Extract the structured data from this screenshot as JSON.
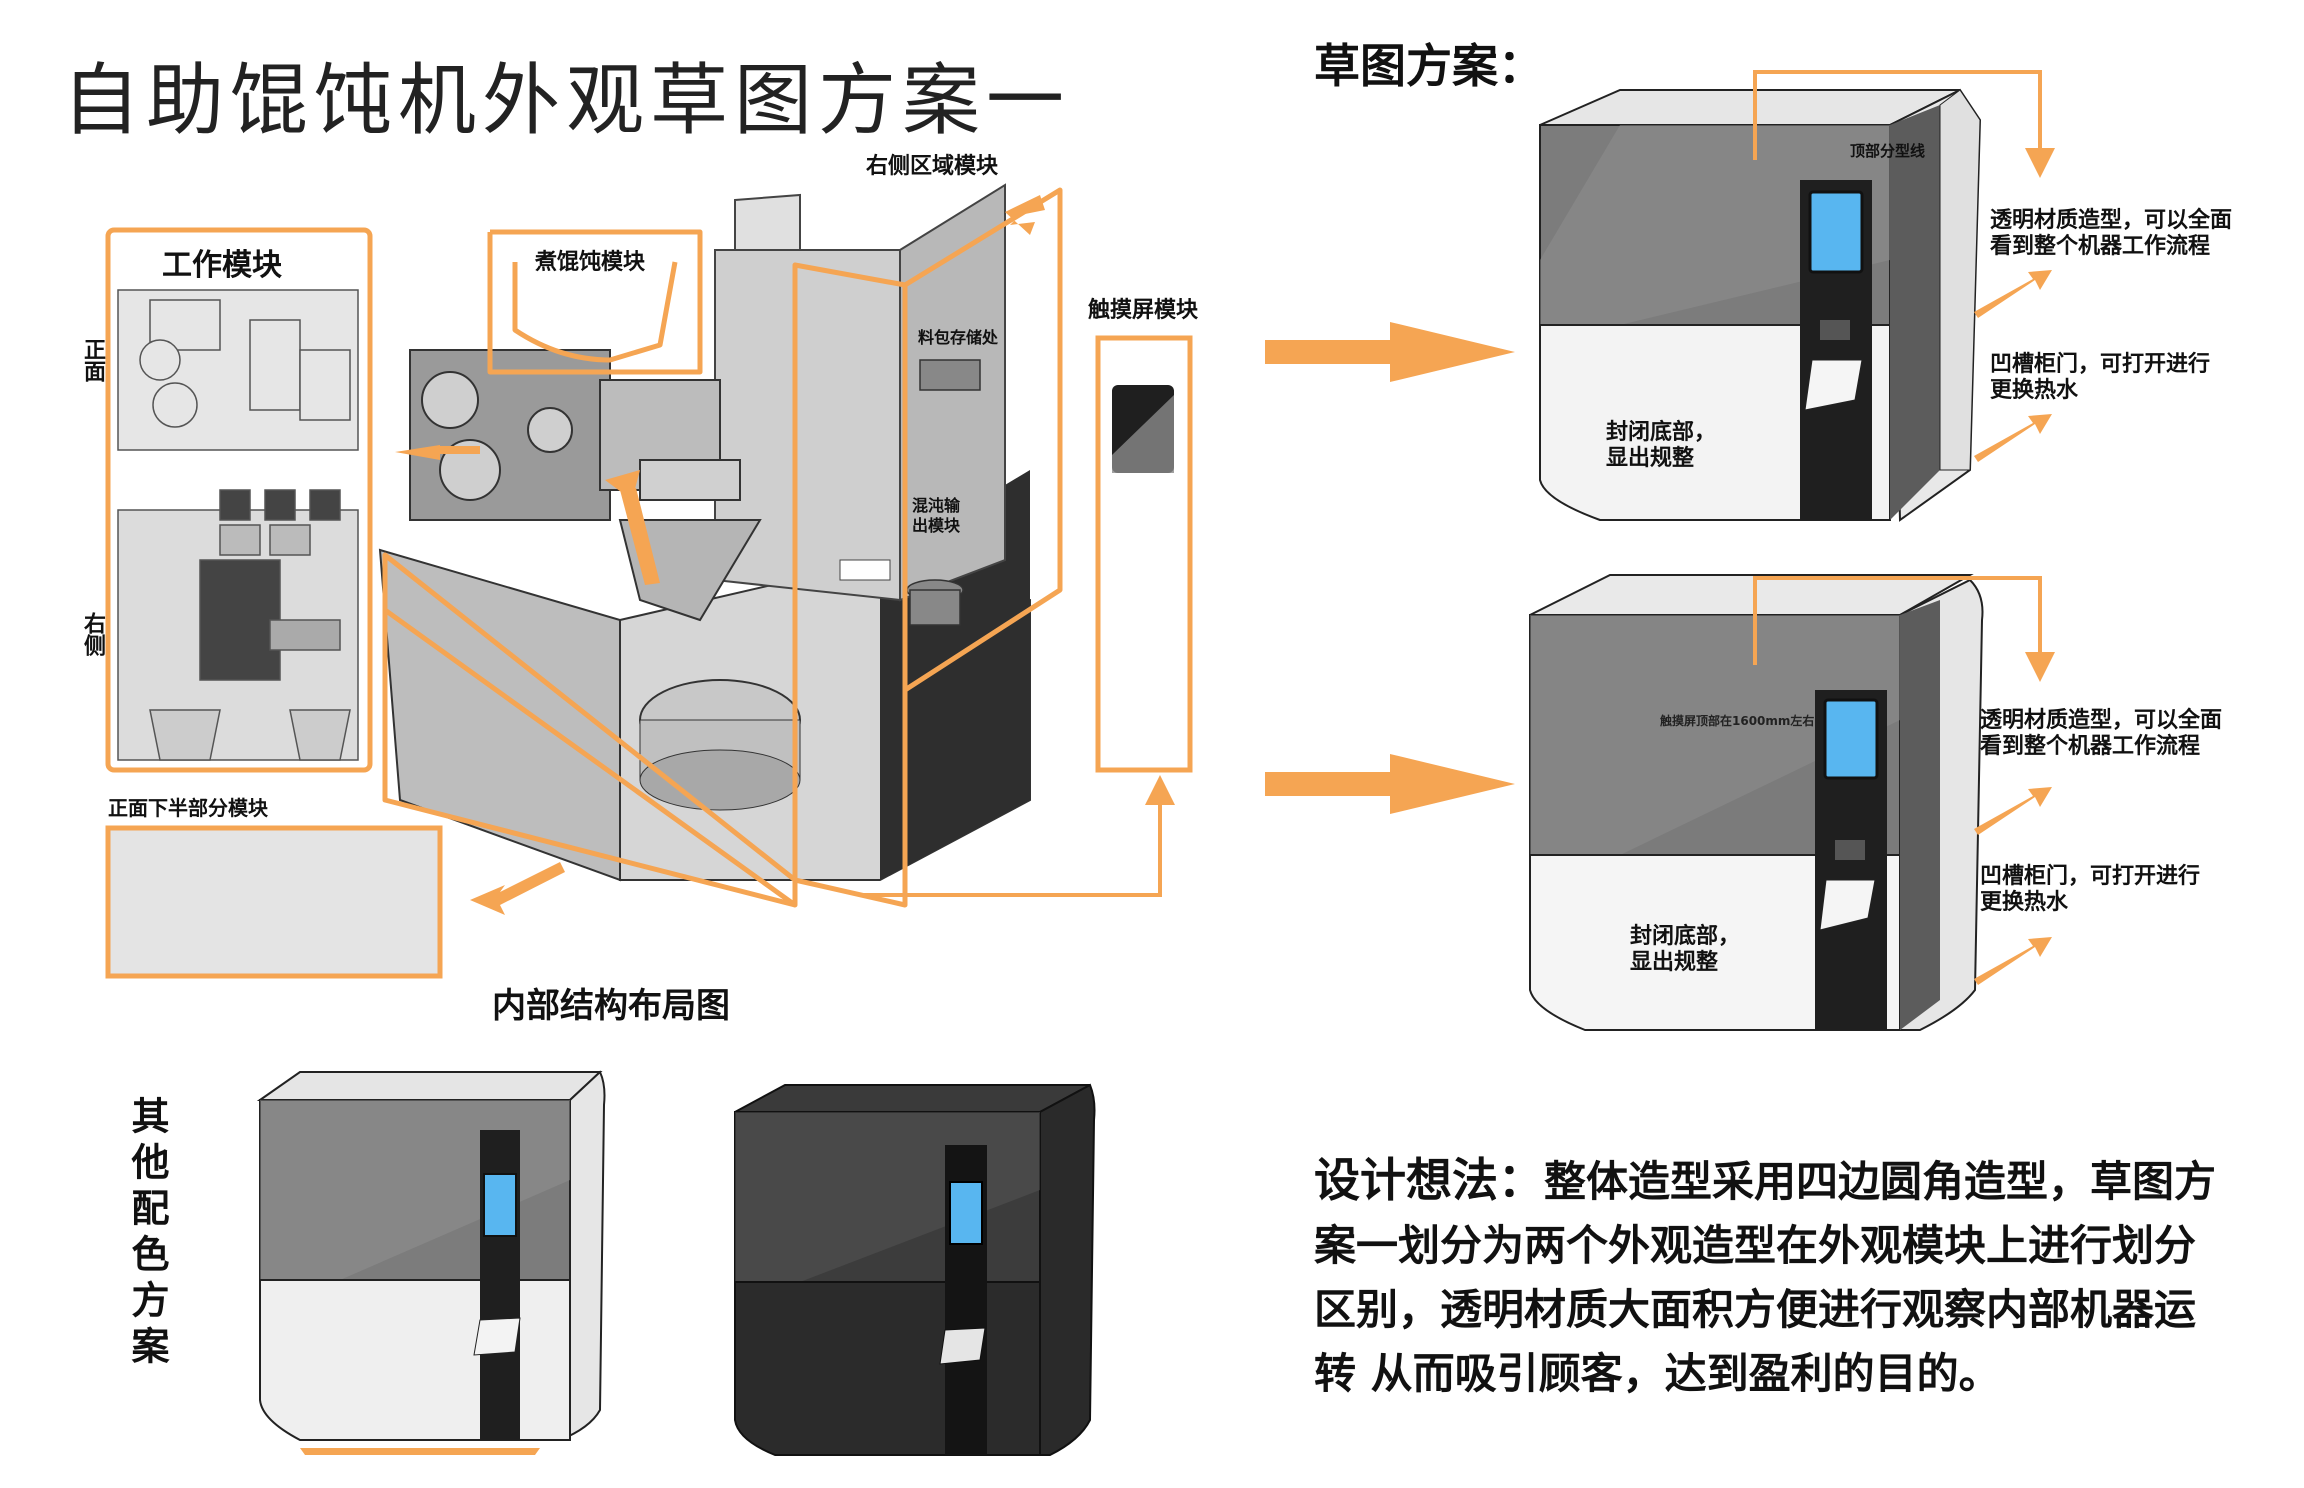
{
  "title": "自助馄饨机外观草图方案一",
  "internal": {
    "work_module": "工作模块",
    "front_side": "正面",
    "right_side": "右侧",
    "cook_module": "煮馄饨模块",
    "right_area_module": "右侧区域模块",
    "ingredient_storage": "料包存储处",
    "output_module": "混沌输出模块",
    "touchscreen_module": "触摸屏模块",
    "lower_front_module": "正面下半部分模块",
    "caption": "内部结构布局图"
  },
  "sketch": {
    "heading": "草图方案：",
    "top_line": "顶部分型线",
    "transparent": "透明材质造型，可以全面看到整个机器工作流程",
    "groove_door": "凹槽柜门，可打开进行更换热水",
    "sealed_bottom": "封闭底部，显出规整",
    "screen_height": "触摸屏顶部在1600mm左右"
  },
  "other_colors": "其他配色方案",
  "idea": {
    "label": "设计想法：",
    "text": "整体造型采用四边圆角造型，草图方案一划分为两个外观造型在外观模块上进行划分区别，透明材质大面积方便进行观察内部机器运转  从而吸引顾客，达到盈利的目的。"
  },
  "colors": {
    "accent": "#f5a553",
    "dark_panel": "#2b2b2b",
    "glass": "#7d7d7d"
  }
}
